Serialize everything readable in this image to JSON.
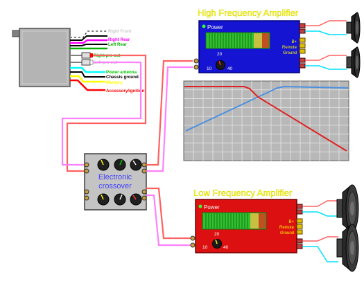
{
  "head_unit": {
    "wires": [
      {
        "label": "Right Front",
        "color": "#c8c8c8"
      },
      {
        "label": "Right Rear",
        "color": "#ff00ff"
      },
      {
        "label": "Left Rear",
        "color": "#00b000"
      },
      {
        "label": "Right pre out",
        "color": "#00c000"
      },
      {
        "label": "Left pre out",
        "color": "#c8c8c8"
      },
      {
        "label": "Power antenna",
        "color": "#00cc00"
      },
      {
        "label": "Chassis ground",
        "color": "#000000"
      },
      {
        "label": "Memory",
        "color": "#ffff00"
      },
      {
        "label": "Accessory/ignition",
        "color": "#ff0000"
      }
    ]
  },
  "high_amp": {
    "title": "High Frequency Amplifier",
    "power_label": "Power",
    "gain_mid": "20",
    "gain_min": "10",
    "gain_max": "40",
    "terminals": [
      "B+",
      "Remote",
      "Ground"
    ],
    "body_color": "#1414d2",
    "title_color": "#ffff00"
  },
  "low_amp": {
    "title": "Low Frequency Amplifier",
    "power_label": "Power",
    "gain_mid": "20",
    "gain_min": "10",
    "gain_max": "40",
    "terminals": [
      "B+",
      "Remote",
      "Ground"
    ],
    "body_color": "#dc1010",
    "title_color": "#ffff00"
  },
  "crossover": {
    "label_line1": "Electronic",
    "label_line2": "crossover",
    "label_color": "#4040ff"
  },
  "response_graph": {
    "lowpass_color": "#e02020",
    "highpass_color": "#4a90e0"
  },
  "colors": {
    "rca_white": "#ff80ff",
    "rca_red": "#ff6060",
    "speaker_wire": "#00e0ff"
  }
}
